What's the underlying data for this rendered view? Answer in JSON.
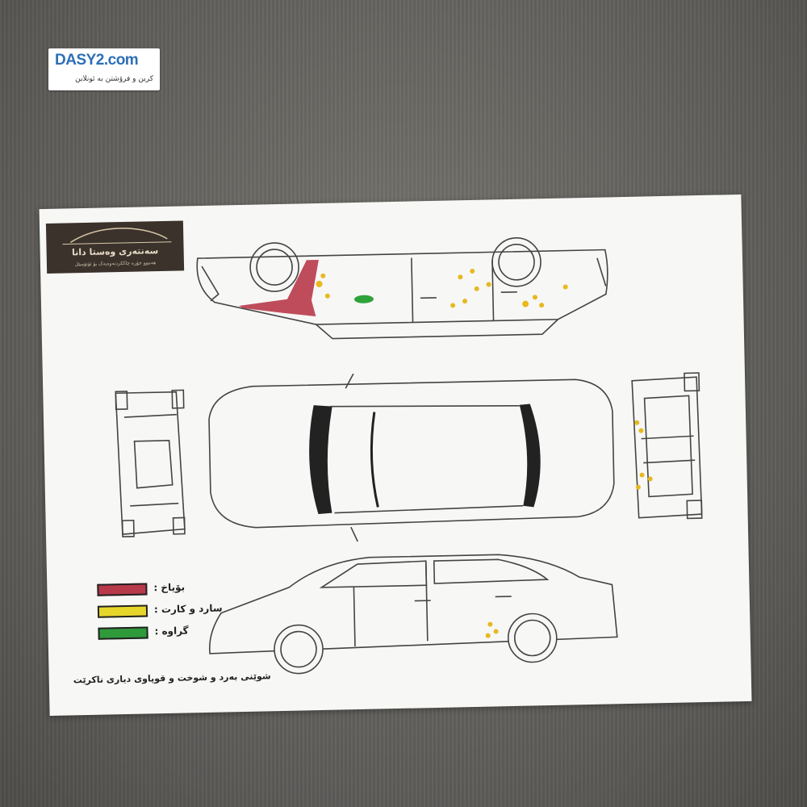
{
  "watermark": {
    "brand": "DASY2.com",
    "tagline": "کرین و فرۆشتن به ئونلاین"
  },
  "sheet": {
    "logo_title": "سەنتەری وەستا دانا",
    "logo_subtitle": "هەموو جۆرە چاککردنەوەیەک بۆ ئۆتۆمبێل",
    "legend": [
      {
        "label": "بۆیاخ :",
        "color": "#b8394a"
      },
      {
        "label": "سارد و کارت :",
        "color": "#e7d62a"
      },
      {
        "label": "گراوە :",
        "color": "#2f9a3a"
      }
    ],
    "footer_note": "شوێنی بەرد و شوخت و قوپاوی دیاری ناکرێت"
  },
  "colors": {
    "paint": "#b8394a",
    "filler": "#e8b820",
    "replaced": "#2fa33a",
    "line": "#444444"
  }
}
